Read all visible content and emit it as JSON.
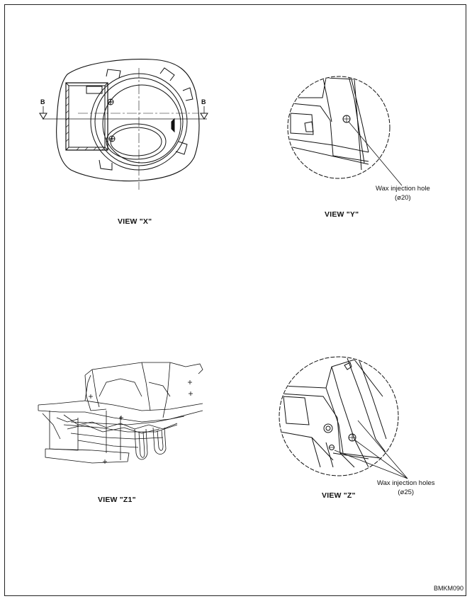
{
  "views": {
    "x": {
      "label": "VIEW \"X\"",
      "section_left": "B",
      "section_right": "B"
    },
    "y": {
      "label": "VIEW \"Y\"",
      "note": "Wax injection hole",
      "size": "(ø20)"
    },
    "z1": {
      "label": "VIEW \"Z1\""
    },
    "z": {
      "label": "VIEW \"Z\"",
      "note": "Wax injection holes",
      "size": "(ø25)"
    }
  },
  "figure_code": "BMKM090"
}
